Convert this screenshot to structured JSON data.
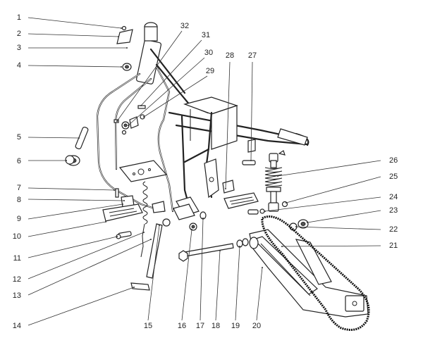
{
  "diagram": {
    "callouts": [
      {
        "label": "1"
      },
      {
        "label": "2"
      },
      {
        "label": "3"
      },
      {
        "label": "4"
      },
      {
        "label": "5"
      },
      {
        "label": "6"
      },
      {
        "label": "7"
      },
      {
        "label": "8"
      },
      {
        "label": "9"
      },
      {
        "label": "10"
      },
      {
        "label": "11"
      },
      {
        "label": "12"
      },
      {
        "label": "13"
      },
      {
        "label": "14"
      },
      {
        "label": "15"
      },
      {
        "label": "16"
      },
      {
        "label": "17"
      },
      {
        "label": "18"
      },
      {
        "label": "19"
      },
      {
        "label": "20"
      },
      {
        "label": "21"
      },
      {
        "label": "22"
      },
      {
        "label": "23"
      },
      {
        "label": "24"
      },
      {
        "label": "25"
      },
      {
        "label": "26"
      },
      {
        "label": "27"
      },
      {
        "label": "28"
      },
      {
        "label": "29"
      },
      {
        "label": "30"
      },
      {
        "label": "31"
      },
      {
        "label": "32"
      }
    ]
  }
}
